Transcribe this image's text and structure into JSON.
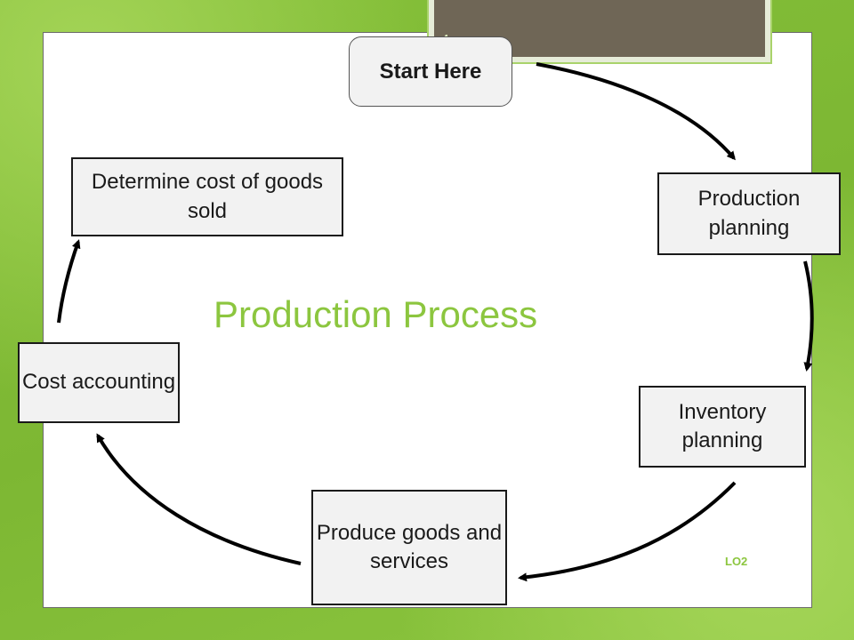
{
  "slide_number": "4",
  "start_label": "Start Here",
  "title": "Production Process",
  "footer_tag": "LO2",
  "steps": {
    "production_planning": "Production planning",
    "inventory_planning": "Inventory planning",
    "produce": "Produce goods and services",
    "cost_accounting": "Cost accounting",
    "determine_cost": "Determine cost of goods sold"
  },
  "colors": {
    "accent": "#8cc63f",
    "header": "#6f6656",
    "box_fill": "#f2f2f2",
    "arrow": "#000000"
  }
}
